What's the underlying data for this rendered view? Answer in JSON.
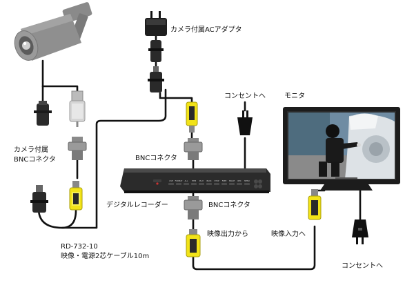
{
  "labels": {
    "adapter": "カメラ付属ACアダプタ",
    "outlet_top": "コンセントへ",
    "monitor": "モニタ",
    "camera_bnc_line1": "カメラ付属",
    "camera_bnc_line2": "BNCコネクタ",
    "bnc_top": "BNCコネクタ",
    "recorder": "デジタルレコーダー",
    "bnc_bottom": "BNCコネクタ",
    "video_out": "映像出力から",
    "video_in": "映像入力へ",
    "cable_line1": "RD-732-10",
    "cable_line2": "映像・電源2芯ケーブル10m",
    "outlet_bottom": "コンセントへ"
  },
  "recorder_buttons": [
    "LIVE",
    "FORMAT",
    "ALL",
    "ITEM",
    "PLAY",
    "BACK",
    "STOP",
    "FREE",
    "SPACE",
    "REC",
    "MENU"
  ],
  "colors": {
    "cable": "#111111",
    "rca_yellow": "#f2e318",
    "connector_gray": "#6f6f6f",
    "camera_gray": "#8c8c8c",
    "recorder_dark": "#2b2b2b"
  }
}
